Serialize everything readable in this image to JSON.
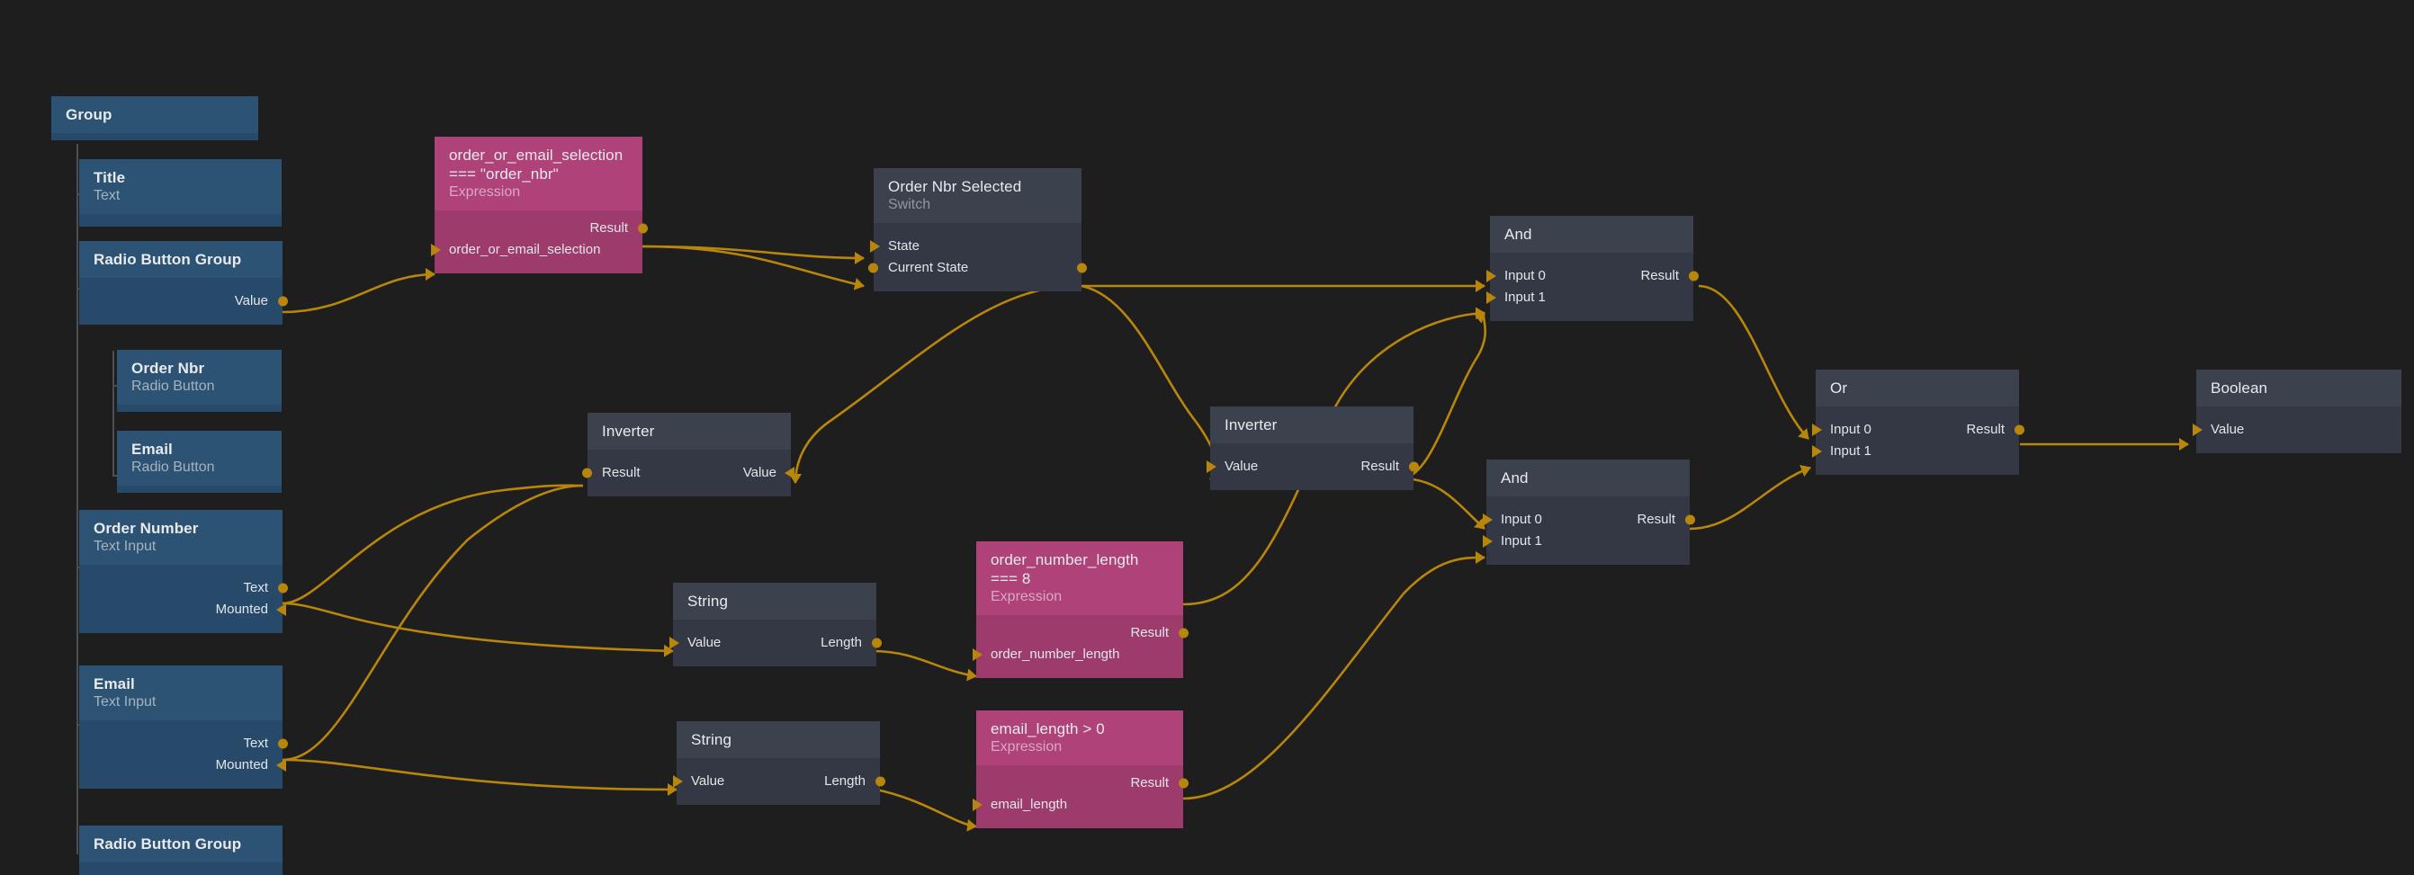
{
  "app": {
    "canvas_background": "#1e1e1e",
    "edge_color": "#b8860b"
  },
  "palette": {
    "blue_header": "#2c5274",
    "blue_body": "#27496a",
    "dark_header": "#3c414e",
    "dark_body": "#333844",
    "pink_header": "#ae4279",
    "pink_body": "#9c3b6c",
    "port": "#b8860b"
  },
  "nodes": {
    "group": {
      "title": "Group",
      "subtitle": ""
    },
    "title": {
      "title": "Title",
      "subtitle": "Text"
    },
    "radio_group": {
      "title": "Radio Button Group",
      "subtitle": "",
      "out_value": "Value"
    },
    "order_nbr_rb": {
      "title": "Order Nbr",
      "subtitle": "Radio Button"
    },
    "email_rb": {
      "title": "Email",
      "subtitle": "Radio Button"
    },
    "order_number_input": {
      "title": "Order Number",
      "subtitle": "Text Input",
      "out_text": "Text",
      "out_mounted": "Mounted"
    },
    "email_input": {
      "title": "Email",
      "subtitle": "Text Input",
      "out_text": "Text",
      "out_mounted": "Mounted"
    },
    "radio_group_2": {
      "title": "Radio Button Group",
      "subtitle": ""
    },
    "expr_selection": {
      "title": "order_or_email_selection\n=== \"order_nbr\"",
      "subtitle": "Expression",
      "out_result": "Result",
      "in_var": "order_or_email_selection"
    },
    "switch": {
      "title": "Order Nbr Selected",
      "subtitle": "Switch",
      "in_state": "State",
      "io_current_state": "Current State"
    },
    "inverter_left": {
      "title": "Inverter",
      "subtitle": "",
      "in_result": "Result",
      "out_value": "Value"
    },
    "inverter_right": {
      "title": "Inverter",
      "subtitle": "",
      "in_value": "Value",
      "out_result": "Result"
    },
    "string_1": {
      "title": "String",
      "subtitle": "",
      "in_value": "Value",
      "out_length": "Length"
    },
    "string_2": {
      "title": "String",
      "subtitle": "",
      "in_value": "Value",
      "out_length": "Length"
    },
    "expr_order_len": {
      "title": "order_number_length\n=== 8",
      "subtitle": "Expression",
      "out_result": "Result",
      "in_var": "order_number_length"
    },
    "expr_email_len": {
      "title": "email_length > 0",
      "subtitle": "Expression",
      "out_result": "Result",
      "in_var": "email_length"
    },
    "and_top": {
      "title": "And",
      "subtitle": "",
      "in0": "Input 0",
      "in1": "Input 1",
      "out_result": "Result"
    },
    "and_bottom": {
      "title": "And",
      "subtitle": "",
      "in0": "Input 0",
      "in1": "Input 1",
      "out_result": "Result"
    },
    "or_node": {
      "title": "Or",
      "subtitle": "",
      "in0": "Input 0",
      "in1": "Input 1",
      "out_result": "Result"
    },
    "boolean": {
      "title": "Boolean",
      "subtitle": "",
      "in_value": "Value"
    }
  }
}
